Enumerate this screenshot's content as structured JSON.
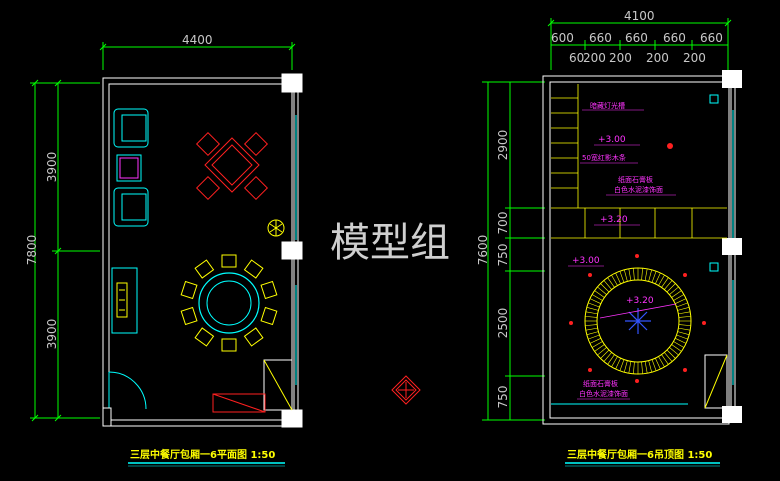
{
  "watermark": "模型组",
  "colors": {
    "dim": "#00ff00",
    "wall": "#ffffff",
    "furniture": "#00ffff",
    "chairs": "#ffff00",
    "label": "#ff33ff",
    "accent": "#ff2020"
  },
  "plan": {
    "title": "三层中餐厅包厢一6平面图 1:50",
    "top_dim": "4400",
    "left_total": "7800",
    "left_upper": "3900",
    "left_lower": "3900"
  },
  "ceiling": {
    "title": "三层中餐厅包厢一6吊顶图 1:50",
    "top_total": "4100",
    "top_row1": [
      "600",
      "660",
      "660",
      "660",
      "660"
    ],
    "top_row2": [
      "60",
      "200",
      "200",
      "200",
      "200"
    ],
    "left_total": "7600",
    "left_dims": [
      "2900",
      "700",
      "750",
      "2500",
      "750"
    ],
    "labels": {
      "strip": "暗藏灯光槽",
      "level1": "+3.00",
      "wood": "50宽红影木条",
      "gypsum1": "纸面石膏板",
      "paint1": "白色水泥漆饰面",
      "level2": "+3.20",
      "level3": "+3.00",
      "level4": "+3.20",
      "gypsum2": "纸面石膏板",
      "paint2": "白色水泥漆饰面"
    }
  }
}
